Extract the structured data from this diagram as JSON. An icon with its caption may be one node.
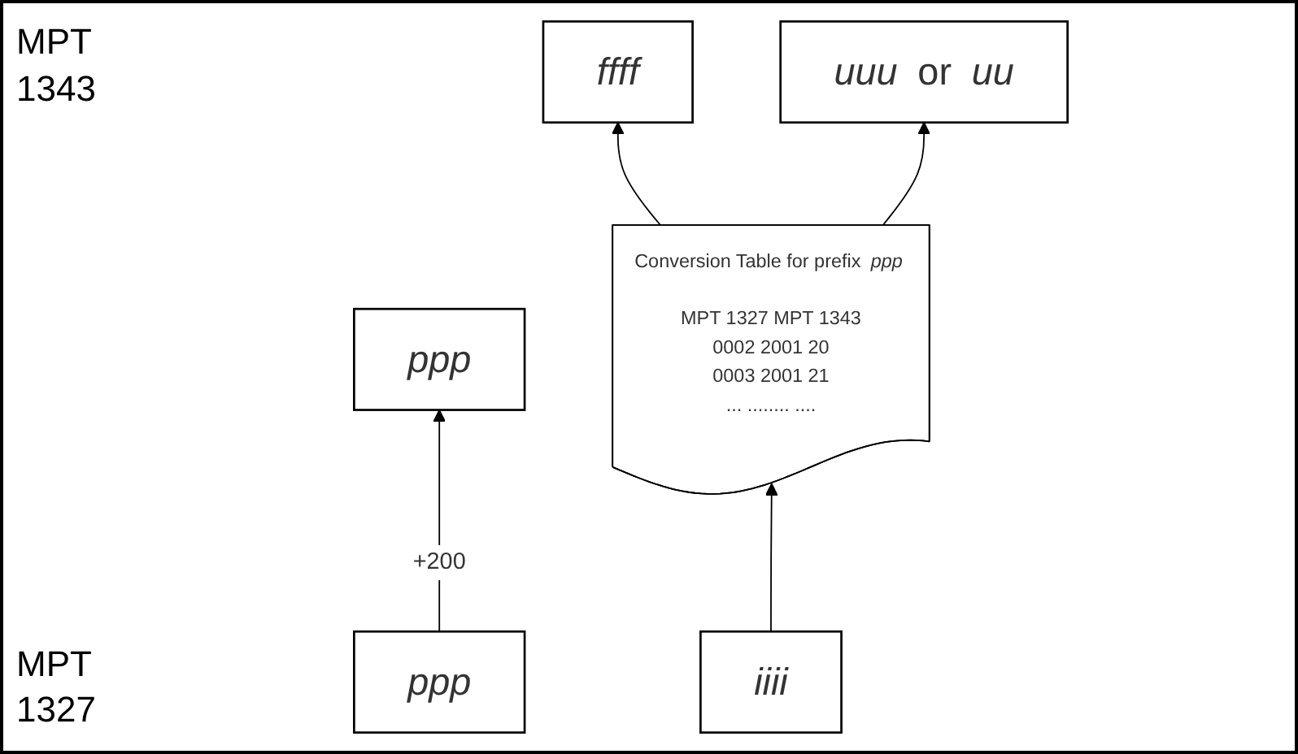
{
  "diagram": {
    "nodes": [
      {
        "text": [
          "ppp"
        ]
      },
      {
        "text": [
          "ffff"
        ]
      },
      {
        "text": [
          "*uuu* or *uu*"
        ]
      },
      {
        "text": [
          "Conversion Table for prefix *ppp*",
          "MPT 1327 MPT 1343",
          "0002 2001 20",
          "0003 2001 21",
          "... ........ ...."
        ]
      },
      {
        "text": [
          "ppp"
        ]
      },
      {
        "text": [
          "iiii"
        ]
      }
    ],
    "edges": [
      {
        "from": 4,
        "to": 0,
        "arrow": "to",
        "label": "+200"
      },
      {
        "from": 3,
        "to": 1,
        "arrow": "to"
      },
      {
        "from": 3,
        "to": 2,
        "arrow": "to"
      },
      {
        "from": 5,
        "to": 3,
        "arrow": "to"
      }
    ],
    "labels": [
      "MPT 1343",
      "MPT 1327"
    ]
  }
}
